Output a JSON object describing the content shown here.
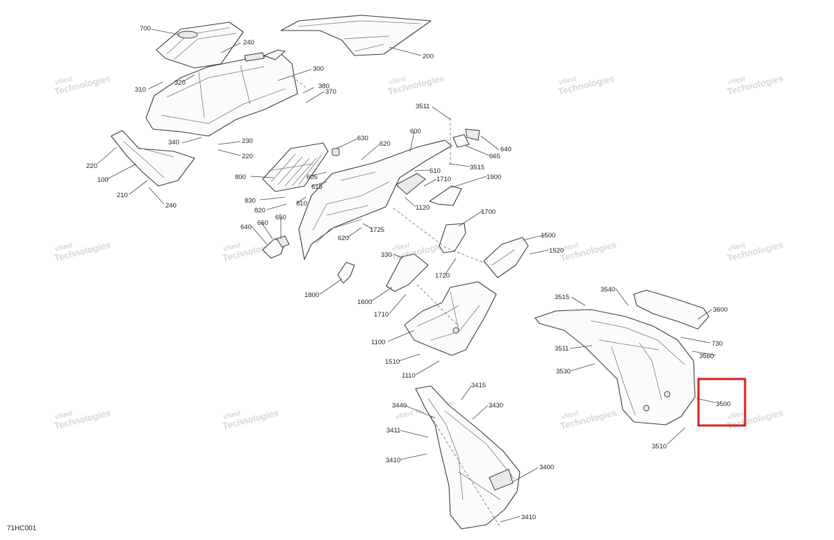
{
  "diagram": {
    "drawing_code": "71HC001",
    "highlight_color": "#d61f1f",
    "watermark": {
      "line1": "vNext",
      "line2": "Technologies",
      "line3": "vNext Technologies"
    },
    "callouts": {
      "c700": "700",
      "c240a": "240",
      "c300": "300",
      "c310": "310",
      "c320": "320",
      "c380": "380",
      "c370": "370",
      "c200": "200",
      "c340": "340",
      "c230": "230",
      "c220a": "220",
      "c220b": "220",
      "c100": "100",
      "c210": "210",
      "c240b": "240",
      "c3511a": "3511",
      "c630": "630",
      "c620a": "620",
      "c600": "600",
      "c640a": "640",
      "c665": "665",
      "c3515a": "3515",
      "c610": "610",
      "c800": "800",
      "c605": "605",
      "c615": "615",
      "c1710a": "1710",
      "c1900": "1900",
      "c830": "830",
      "c810": "810",
      "c820": "820",
      "c1120": "1120",
      "c640b": "640",
      "c660": "660",
      "c650": "650",
      "c1725": "1725",
      "c620b": "620",
      "c1700": "1700",
      "c330": "330",
      "c1720": "1720",
      "c1500": "1500",
      "c1520": "1520",
      "c1800": "1800",
      "c1600": "1600",
      "c1710b": "1710",
      "c3515b": "3515",
      "c3540": "3540",
      "c3600": "3600",
      "c1100": "1100",
      "c730": "730",
      "c3511b": "3511",
      "c3560": "3560",
      "c1510": "1510",
      "c3530": "3530",
      "c1110": "1110",
      "c3500": "3500",
      "c3510": "3510",
      "c3415": "3415",
      "c3440": "3440",
      "c3430": "3430",
      "c3411": "3411",
      "c3410a": "3410",
      "c3400": "3400",
      "c3410b": "3410"
    }
  }
}
